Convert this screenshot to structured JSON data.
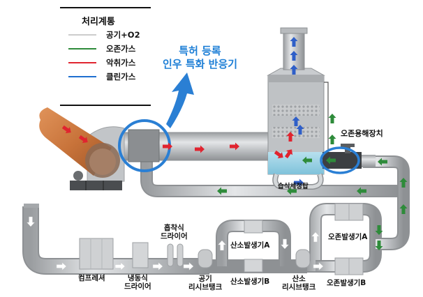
{
  "legend": {
    "title": "처리계통",
    "items": [
      {
        "label": "공기+O2",
        "color": "#cccccc"
      },
      {
        "label": "오존가스",
        "color": "#2e8b3a"
      },
      {
        "label": "악취가스",
        "color": "#e0242f"
      },
      {
        "label": "클린가스",
        "color": "#1e6fd0"
      }
    ]
  },
  "callout": {
    "line1": "특허 등록",
    "line2": "인우 특화 반응기",
    "color": "#1e7fd6"
  },
  "components": {
    "ozone_decomposer": "오존용해장치",
    "wet_scrubber": "습식세정탑",
    "compressor": "컴프레셔",
    "refrigerated_dryer_1": "냉동식",
    "refrigerated_dryer_2": "드라이어",
    "adsorption_dryer_1": "흡착식",
    "adsorption_dryer_2": "드라이어",
    "air_receiver_1": "공기",
    "air_receiver_2": "리시브탱크",
    "oxygen_gen_a": "산소발생기A",
    "oxygen_gen_b": "산소발생기B",
    "oxygen_receiver_1": "산소",
    "oxygen_receiver_2": "리시브탱크",
    "ozone_gen_a": "오존발생기A",
    "ozone_gen_b": "오존발생기B"
  },
  "colors": {
    "pipe": "#b9bcbf",
    "duct_orange": "#c8733a",
    "arrow_red": "#e0242f",
    "arrow_green": "#2e8b3a",
    "arrow_blue": "#2f5fc8",
    "arrow_white": "#ffffff",
    "highlight_ring": "#2a7fd4",
    "water": "#9fd3e6"
  }
}
